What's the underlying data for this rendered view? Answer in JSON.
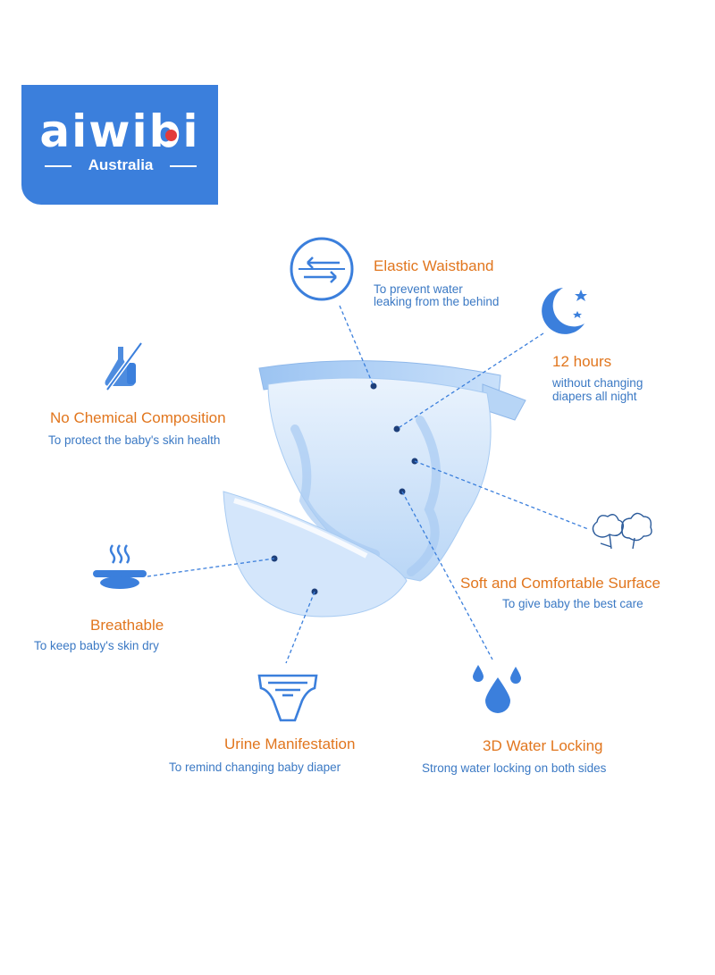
{
  "brand": {
    "name": "aiwibi",
    "region": "Australia",
    "colors": {
      "blue": "#3b7fdc",
      "accent": "#e1761e",
      "dot": "#e23b3b"
    }
  },
  "features": [
    {
      "title": "Elastic Waistband",
      "desc_lines": [
        "To prevent water",
        "leaking from the behind"
      ],
      "icon": "arrows-exchange-icon"
    },
    {
      "title": "12 hours",
      "desc_lines": [
        "without changing",
        "diapers all night"
      ],
      "icon": "moon-stars-icon"
    },
    {
      "title": "No Chemical Composition",
      "desc_lines": [
        "To protect the baby's skin health"
      ],
      "icon": "no-chemical-flask-icon"
    },
    {
      "title": "Soft and Comfortable Surface",
      "desc_lines": [
        "To give baby the best care"
      ],
      "icon": "cotton-icon"
    },
    {
      "title": "Breathable",
      "desc_lines": [
        "To keep baby's skin dry"
      ],
      "icon": "breathable-steam-icon"
    },
    {
      "title": "Urine Manifestation",
      "desc_lines": [
        "To remind changing baby diaper"
      ],
      "icon": "diaper-indicator-icon"
    },
    {
      "title": "3D Water Locking",
      "desc_lines": [
        "Strong water locking on both sides"
      ],
      "icon": "water-drops-icon"
    }
  ]
}
